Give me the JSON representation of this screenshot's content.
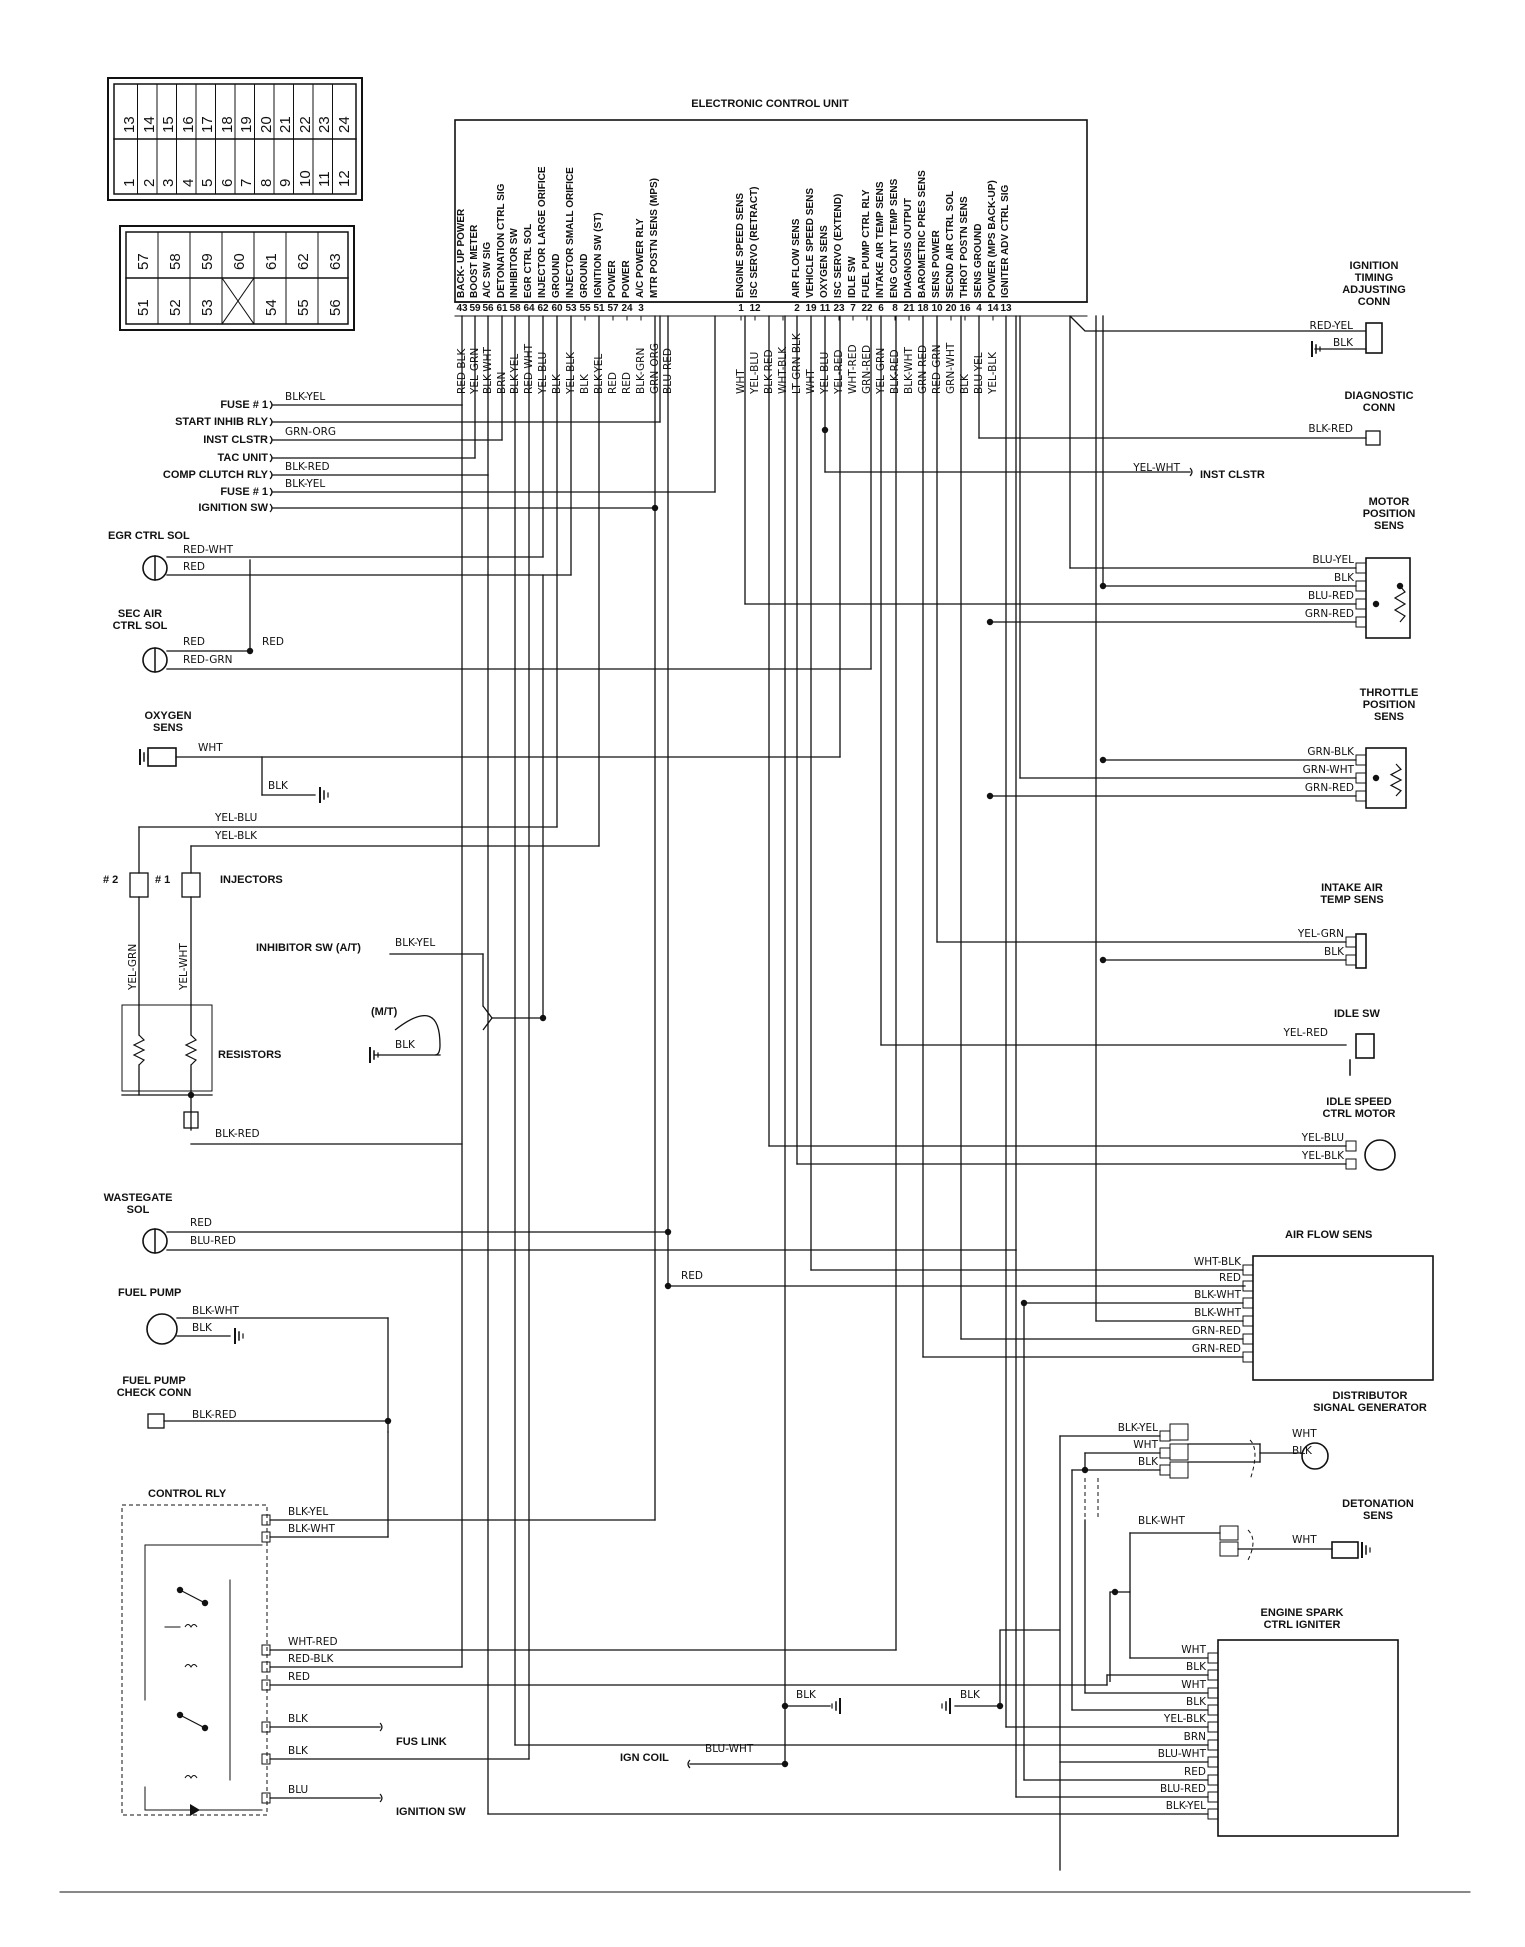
{
  "title": "ELECTRONIC CONTROL UNIT",
  "connector_a_pins": [
    "1",
    "2",
    "3",
    "4",
    "5",
    "6",
    "7",
    "8",
    "9",
    "10",
    "11",
    "12",
    "13",
    "14",
    "15",
    "16",
    "17",
    "18",
    "19",
    "20",
    "21",
    "22",
    "23",
    "24"
  ],
  "connector_b_pins": [
    "51",
    "52",
    "53",
    "54",
    "55",
    "56",
    "57",
    "58",
    "59",
    "60",
    "61",
    "62",
    "63"
  ],
  "ecu_headers": [
    {
      "label": "BACK- UP POWER",
      "pin": "43",
      "wire": "RED-BLK"
    },
    {
      "label": "BOOST METER",
      "pin": "59",
      "wire": "YEL-GRN"
    },
    {
      "label": "A/C SW SIG",
      "pin": "56",
      "wire": "BLK-WHT"
    },
    {
      "label": "DETONATION CTRL SIG",
      "pin": "61",
      "wire": "BRN"
    },
    {
      "label": "INHIBITOR SW",
      "pin": "58",
      "wire": "BLK-YEL"
    },
    {
      "label": "EGR CTRL SOL",
      "pin": "64",
      "wire": "RED-WHT"
    },
    {
      "label": "INJECTOR LARGE ORIFICE",
      "pin": "62",
      "wire": "YEL-BLU"
    },
    {
      "label": "GROUND",
      "pin": "60",
      "wire": "BLK"
    },
    {
      "label": "INJECTOR SMALL ORIFICE",
      "pin": "53",
      "wire": "YEL-BLK"
    },
    {
      "label": "GROUND",
      "pin": "55",
      "wire": "BLK"
    },
    {
      "label": "IGNITION SW (ST)",
      "pin": "51",
      "wire": "BLK-YEL"
    },
    {
      "label": "POWER",
      "pin": "57",
      "wire": "RED"
    },
    {
      "label": "POWER",
      "pin": "24",
      "wire": "RED"
    },
    {
      "label": "A/C POWER RLY",
      "pin": "3",
      "wire": "BLK-GRN"
    },
    {
      "label": "MTR POSTN SENS (MPS)",
      "pin": "",
      "wire": "GRN-ORG"
    },
    {
      "label": "",
      "pin": "",
      "wire": "BLU-RED"
    },
    {
      "label": "ENGINE SPEED SENS",
      "pin": "1",
      "wire": "WHT"
    },
    {
      "label": "ISC SERVO (RETRACT)",
      "pin": "12",
      "wire": "YEL-BLU"
    },
    {
      "label": "",
      "pin": "",
      "wire": "BLK-RED"
    },
    {
      "label": "",
      "pin": "",
      "wire": "WHT-BLK"
    },
    {
      "label": "AIR FLOW SENS",
      "pin": "2",
      "wire": "LT GRN-BLK"
    },
    {
      "label": "VEHICLE SPEED SENS",
      "pin": "19",
      "wire": "WHT"
    },
    {
      "label": "OXYGEN SENS",
      "pin": "11",
      "wire": "YEL-BLU"
    },
    {
      "label": "ISC SERVO (EXTEND)",
      "pin": "23",
      "wire": "YEL-RED"
    },
    {
      "label": "IDLE SW",
      "pin": "7",
      "wire": "WHT-RED"
    },
    {
      "label": "FUEL PUMP CTRL RLY",
      "pin": "22",
      "wire": "GRN-RED"
    },
    {
      "label": "INTAKE AIR TEMP SENS",
      "pin": "6",
      "wire": "YEL-GRN"
    },
    {
      "label": "ENG COLNT TEMP SENS",
      "pin": "8",
      "wire": "BLK-RED"
    },
    {
      "label": "DIAGNOSIS OUTPUT",
      "pin": "21",
      "wire": "BLK-WHT"
    },
    {
      "label": "BAROMETRIC PRES SENS",
      "pin": "18",
      "wire": "GRN-RED"
    },
    {
      "label": "SENS POWER",
      "pin": "10",
      "wire": "RED-GRN"
    },
    {
      "label": "SECND AIR CTRL SOL",
      "pin": "20",
      "wire": "GRN-WHT"
    },
    {
      "label": "THROT POSTN SENS",
      "pin": "16",
      "wire": "BLK"
    },
    {
      "label": "SENS GROUND",
      "pin": "4",
      "wire": "BLU-YEL"
    },
    {
      "label": "POWER (MPS BACK-UP)",
      "pin": "14",
      "wire": "YEL-BLK"
    },
    {
      "label": "IGNITER ADV CTRL SIG",
      "pin": "13",
      "wire": ""
    }
  ],
  "left_terminals": [
    {
      "name": "FUSE # 1",
      "wire": "BLK-YEL"
    },
    {
      "name": "START INHIB RLY",
      "wire": ""
    },
    {
      "name": "INST CLSTR",
      "wire": "GRN-ORG"
    },
    {
      "name": "TAC UNIT",
      "wire": ""
    },
    {
      "name": "COMP CLUTCH RLY",
      "wire": "BLK-RED"
    },
    {
      "name": "FUSE # 1",
      "wire": "BLK-YEL"
    },
    {
      "name": "IGNITION SW",
      "wire": ""
    }
  ],
  "components": {
    "egr": {
      "name": "EGR CTRL SOL",
      "w1": "RED-WHT",
      "w2": "RED"
    },
    "sec_air": {
      "name": "SEC AIR\nCTRL SOL",
      "w1": "RED",
      "w2": "RED-GRN",
      "w3": "RED"
    },
    "oxygen": {
      "name": "OXYGEN\nSENS",
      "w1": "WHT",
      "w2": "BLK"
    },
    "injectors": {
      "name": "INJECTORS",
      "n2": "# 2",
      "n1": "# 1",
      "w1": "YEL-BLU",
      "w2": "YEL-BLK",
      "w3": "YEL-GRN",
      "w4": "YEL-WHT"
    },
    "inhibitor": {
      "name": "INHIBITOR SW (A/T)",
      "wire": "BLK-YEL",
      "mt": "(M/T)",
      "mt_wire": "BLK"
    },
    "resistors": {
      "name": "RESISTORS",
      "wire": "BLK-RED"
    },
    "wastegate": {
      "name": "WASTEGATE\nSOL",
      "w1": "RED",
      "w2": "BLU-RED",
      "w3": "RED"
    },
    "fuel_pump": {
      "name": "FUEL PUMP",
      "w1": "BLK-WHT",
      "w2": "BLK"
    },
    "fuel_pump_check": {
      "name": "FUEL PUMP\nCHECK CONN",
      "wire": "BLK-RED"
    },
    "control_rly": {
      "name": "CONTROL RLY",
      "wires": [
        "BLK-YEL",
        "BLK-WHT",
        "WHT-RED",
        "RED-BLK",
        "RED",
        "BLK",
        "BLK",
        "BLU"
      ],
      "fus_link": "FUS LINK",
      "ign_sw": "IGNITION SW"
    },
    "ign_timing": {
      "name": "IGNITION\nTIMING\nADJUSTING\nCONN",
      "w1": "RED-YEL",
      "w2": "BLK"
    },
    "diag": {
      "name": "DIAGNOSTIC\nCONN",
      "wire": "BLK-RED"
    },
    "inst_clstr": {
      "name": "INST CLSTR",
      "wire": "YEL-WHT"
    },
    "motor_pos": {
      "name": "MOTOR\nPOSITION\nSENS",
      "wires": [
        "BLU-YEL",
        "BLK",
        "BLU-RED",
        "GRN-RED"
      ]
    },
    "throttle": {
      "name": "THROTTLE\nPOSITION\nSENS",
      "wires": [
        "GRN-BLK",
        "GRN-WHT",
        "GRN-RED"
      ]
    },
    "intake": {
      "name": "INTAKE AIR\nTEMP SENS",
      "wires": [
        "YEL-GRN",
        "BLK"
      ]
    },
    "idle_sw": {
      "name": "IDLE SW",
      "wire": "YEL-RED"
    },
    "isc_motor": {
      "name": "IDLE SPEED\nCTRL MOTOR",
      "wires": [
        "YEL-BLU",
        "YEL-BLK"
      ]
    },
    "air_flow": {
      "name": "AIR FLOW SENS",
      "wires": [
        "WHT-BLK",
        "RED",
        "BLK-WHT",
        "BLK-WHT",
        "GRN-RED",
        "GRN-RED"
      ],
      "red": "RED"
    },
    "distributor": {
      "name": "DISTRIBUTOR\nSIGNAL GENERATOR",
      "wires": [
        "BLK-YEL",
        "WHT",
        "BLK"
      ],
      "w4": "WHT",
      "w5": "BLK"
    },
    "detonation": {
      "name": "DETONATION\nSENS",
      "w1": "BLK-WHT",
      "w2": "WHT"
    },
    "igniter": {
      "name": "ENGINE SPARK\nCTRL IGNITER",
      "wires": [
        "WHT",
        "BLK",
        "WHT",
        "BLK",
        "YEL-BLK",
        "BRN",
        "BLU-WHT",
        "RED",
        "BLU-RED",
        "BLK-YEL"
      ],
      "gnd_blk": "BLK"
    },
    "ign_coil": {
      "name": "IGN COIL",
      "wire": "BLU-WHT",
      "gnd": "BLK"
    }
  }
}
